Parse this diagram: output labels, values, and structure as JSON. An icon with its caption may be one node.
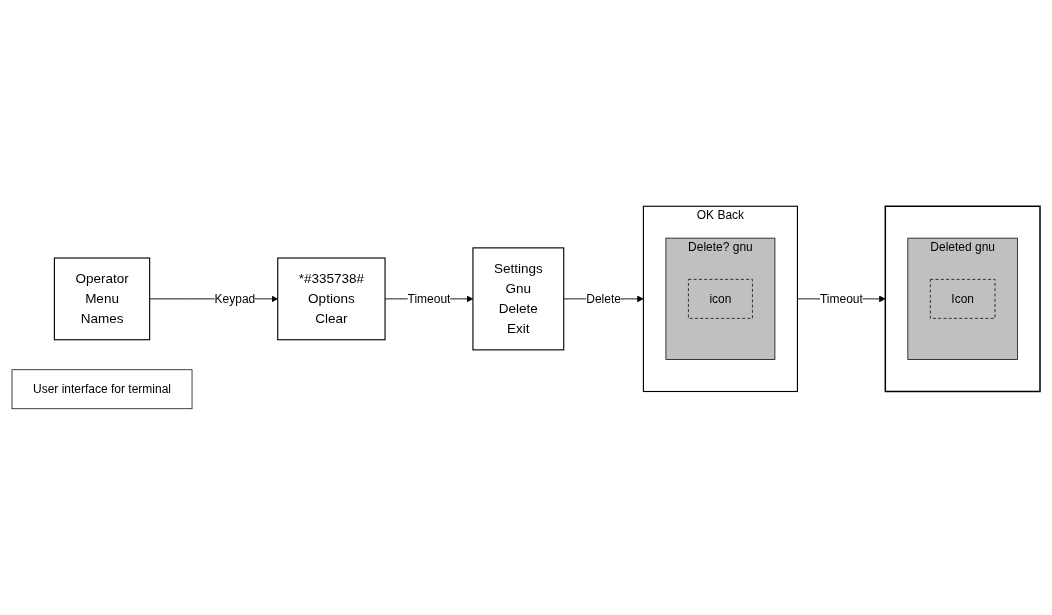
{
  "diagram": {
    "nodes": [
      {
        "text": [
          "Operator",
          "Menu",
          "Names"
        ]
      },
      {
        "text": [
          "*#335738#",
          "Options",
          "Clear"
        ]
      },
      {
        "text": [
          "Settings",
          "Gnu",
          "Delete",
          "Exit"
        ]
      },
      {
        "text": [
          "OK",
          "Back"
        ]
      },
      {
        "text": [
          "Delete? gnu"
        ],
        "in": 3
      },
      {
        "text": [
          "icon"
        ],
        "in": 4
      },
      {
        "text": [],
        "shape": "box"
      },
      {
        "text": [
          "Deleted",
          "gnu"
        ],
        "in": 6
      },
      {
        "text": [
          "Icon"
        ],
        "in": 7
      },
      {
        "text": [
          "User interface for terminal"
        ]
      }
    ],
    "edges": [
      {
        "from": 0,
        "to": 1,
        "arrow": "to",
        "label": "Keypad"
      },
      {
        "from": 1,
        "to": 2,
        "arrow": "to",
        "label": "Timeout"
      },
      {
        "from": 2,
        "to": 3,
        "arrow": "to",
        "label": "Delete"
      },
      {
        "from": 3,
        "to": 6,
        "arrow": "to",
        "label": "Timeout"
      }
    ]
  }
}
